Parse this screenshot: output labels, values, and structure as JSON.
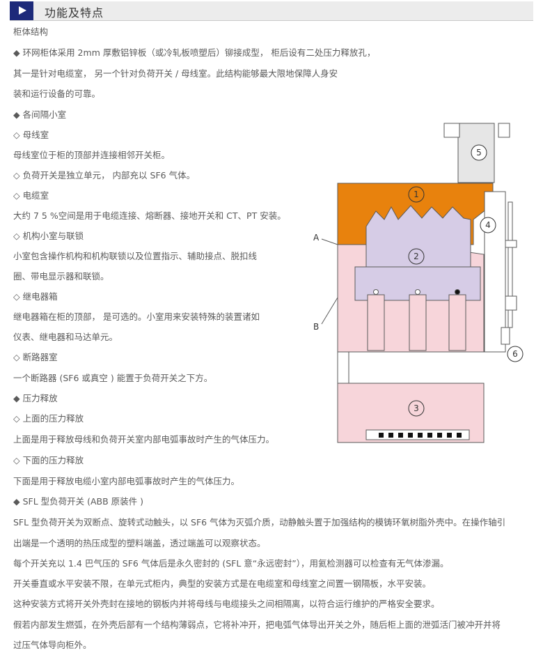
{
  "section": {
    "title": "功能及特点"
  },
  "lines": [
    "柜体结构",
    "◆ 环网柜体采用 2mm 厚敷铝锌板（或冷轧板喷塑后）铆接成型， 柜后设有二处压力释放孔，",
    "其一是针对电缆室， 另一个针对负荷开关 / 母线室。此结构能够最大限地保障人身安",
    "装和运行设备的可靠。",
    "◆ 各间隔小室",
    "◇ 母线室",
    "母线室位于柜的顶部并连接相邻开关柜。",
    "◇ 负荷开关是独立单元， 内部充以 SF6 气体。",
    "◇ 电缆室",
    "大约 7 5 %空间是用于电缆连接、熔断器、接地开关和 CT、PT 安装。",
    "◇ 机构小室与联锁",
    "小室包含操作机构和机构联锁以及位置指示、辅助接点、脱扣线",
    "圈、带电显示器和联锁。",
    "◇ 继电器箱",
    "继电器箱在柜的顶部， 是可选的。小室用来安装特殊的装置诸如",
    "仪表、继电器和马达单元。",
    "◇ 断路器室",
    "一个断路器 (SF6 或真空 ) 能置于负荷开关之下方。",
    "◆ 压力释放",
    "◇ 上面的压力释放",
    "上面是用于释放母线和负荷开关室内部电弧事故时产生的气体压力。",
    "◇ 下面的压力释放",
    "下面是用于释放电缆小室内部电弧事故时产生的气体压力。",
    "◆ SFL 型负荷开关 (ABB 原装件 )",
    "SFL 型负荷开关为双断点、旋转式动触头，以 SF6 气体为灭弧介质，动静触头置于加强结构的模铸环氧树脂外壳中。在操作轴引",
    "出端是一个透明的热压成型的塑料端盖，透过端盖可以观察状态。",
    "每个开关充以 1.4 巴气压的 SF6 气体后是永久密封的 (SFL 意“永远密封”），用氦检测器可以检查有无气体渗漏。",
    "开关垂直或水平安装不限，在单元式柜内，典型的安装方式是在电缆室和母线室之间置一钢隔板，水平安装。",
    "这种安装方式将开关外壳封在接地的钢板内并将母线与电缆接头之间相隔离，以符合运行维护的严格安全要求。",
    "假若内部发生燃弧，在外壳后部有一个结构薄弱点，它将补冲开，把电弧气体导出开关之外，随后柜上面的泄弧活门被冲开并将",
    "过压气体导向柜外。"
  ],
  "diagram": {
    "labels": {
      "n1": "1",
      "n2": "2",
      "n3": "3",
      "n4": "4",
      "n5": "5",
      "n6": "6",
      "a": "A",
      "b": "B"
    },
    "colors": {
      "busbar": "#e8820d",
      "cable": "#f7d5da",
      "switch": "#d6cce6",
      "outline": "#5a5a5a",
      "relay": "#e6e6e6"
    }
  }
}
